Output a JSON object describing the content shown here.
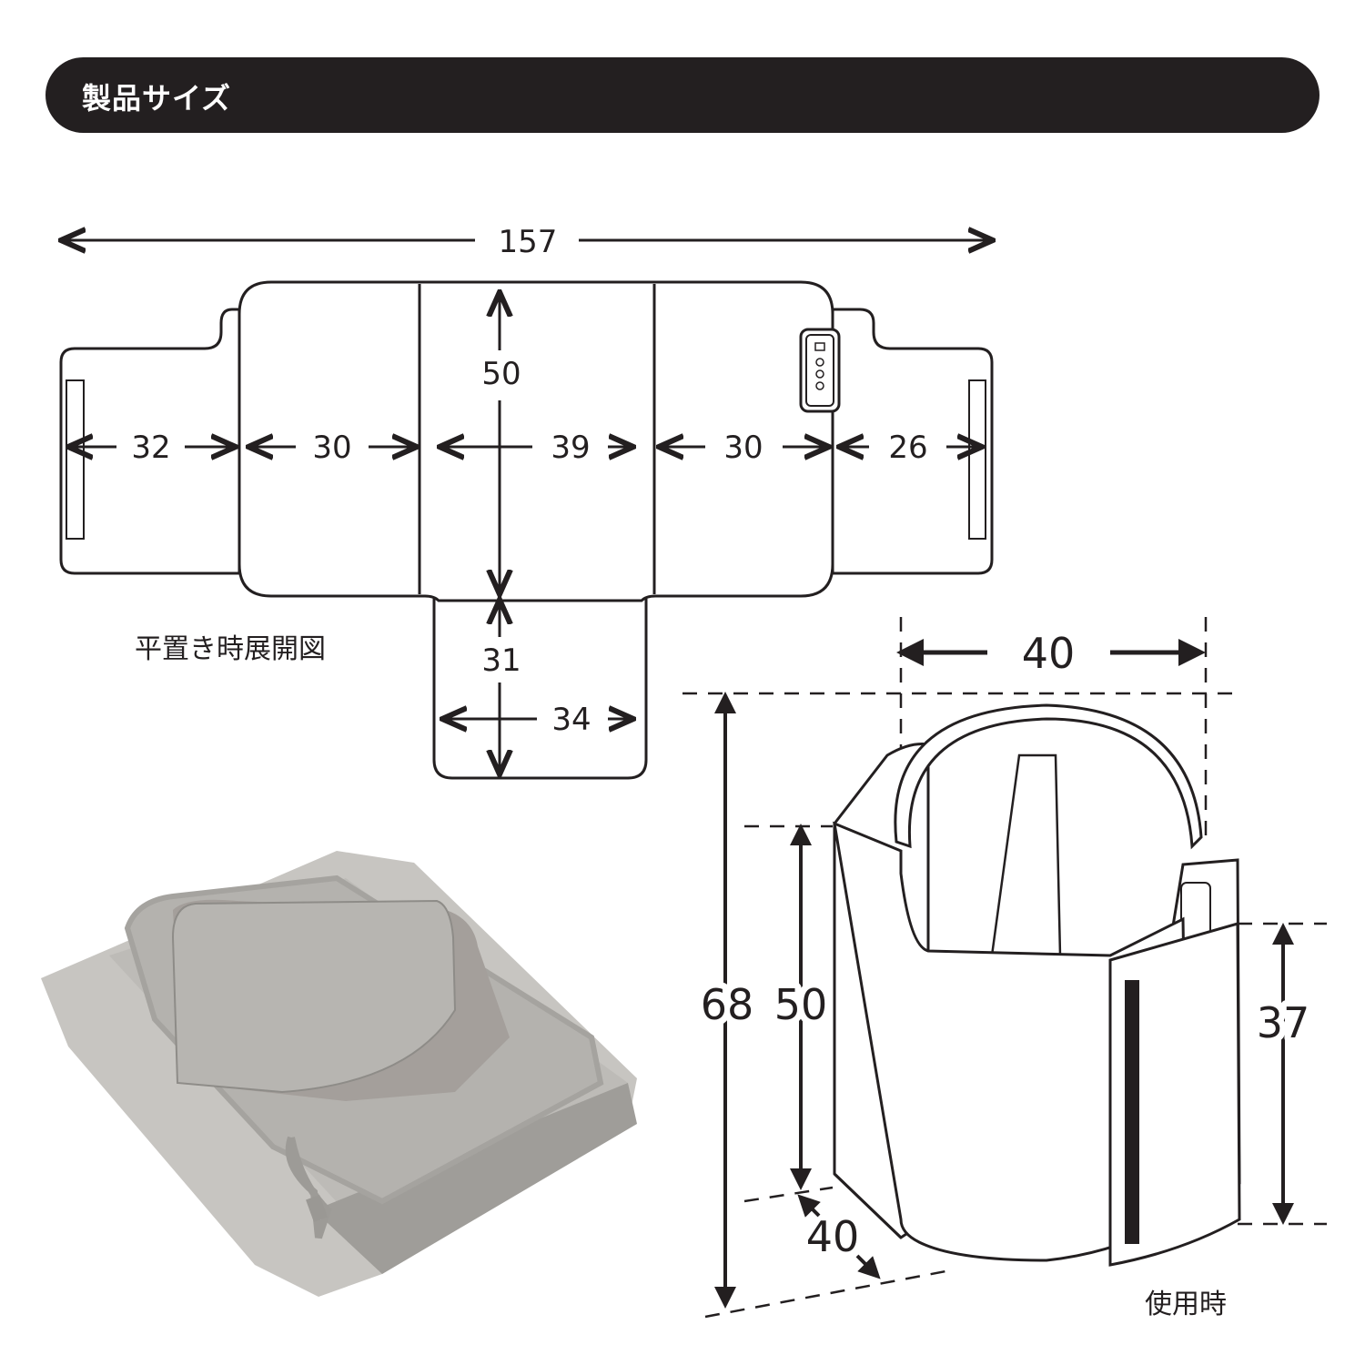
{
  "header": {
    "title": "製品サイズ"
  },
  "flat": {
    "caption": "平置き時展開図",
    "total_width": "157",
    "widths": [
      "32",
      "30",
      "39",
      "30",
      "26"
    ],
    "height": "50",
    "flap_height": "31",
    "flap_width": "34"
  },
  "use": {
    "caption": "使用時",
    "top_width": "40",
    "total_height": "68",
    "front_height": "50",
    "side_height": "37",
    "depth": "40"
  },
  "colors": {
    "line": "#231f20",
    "fabric": "#b9b7b3"
  }
}
